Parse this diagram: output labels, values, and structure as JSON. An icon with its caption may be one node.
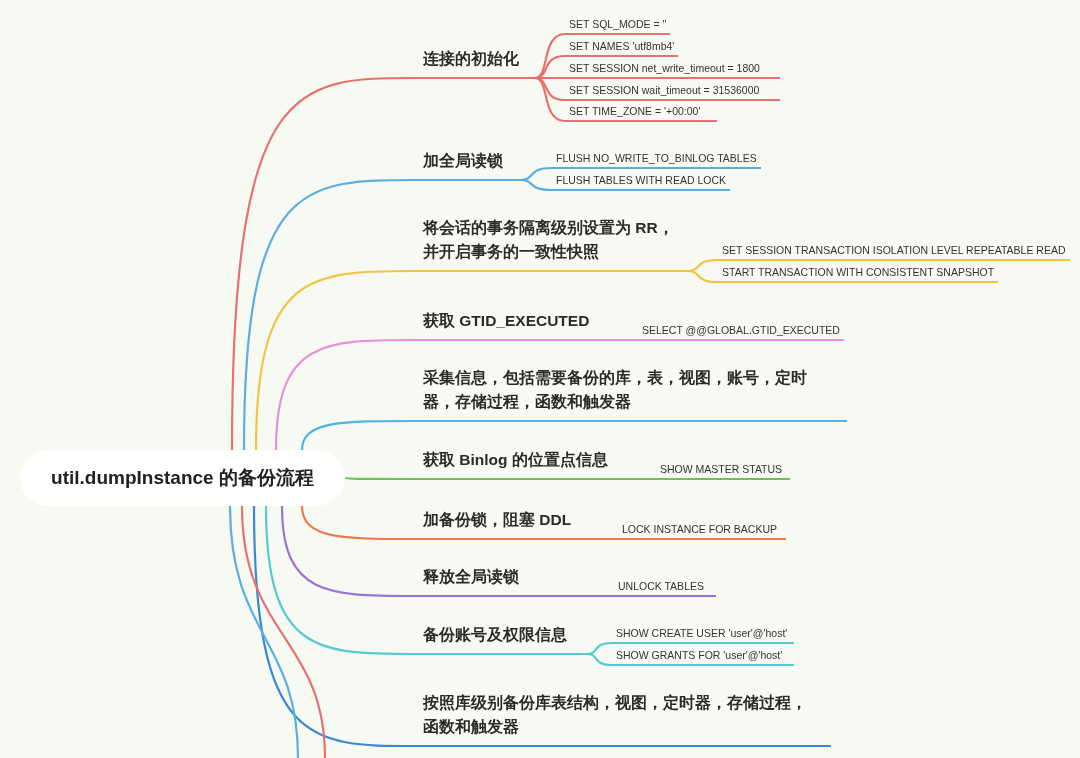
{
  "diagram": {
    "nodes": [
      {
        "text": [
          "util.dumpInstance 的备份流程"
        ]
      },
      {
        "text": [
          "连接的初始化"
        ]
      },
      {
        "text": [
          "SET SQL_MODE = ''"
        ]
      },
      {
        "text": [
          "SET NAMES 'utf8mb4'"
        ]
      },
      {
        "text": [
          "SET SESSION net_write_timeout = 1800"
        ]
      },
      {
        "text": [
          "SET SESSION wait_timeout = 31536000"
        ]
      },
      {
        "text": [
          "SET TIME_ZONE = '+00:00'"
        ]
      },
      {
        "text": [
          "加全局读锁"
        ]
      },
      {
        "text": [
          "FLUSH NO_WRITE_TO_BINLOG TABLES"
        ]
      },
      {
        "text": [
          "FLUSH TABLES WITH READ LOCK"
        ]
      },
      {
        "text": [
          "将会话的事务隔离级别设置为 RR，并开启事务的一致性快照"
        ]
      },
      {
        "text": [
          "SET SESSION TRANSACTION ISOLATION LEVEL REPEATABLE READ"
        ]
      },
      {
        "text": [
          "START TRANSACTION WITH CONSISTENT SNAPSHOT"
        ]
      },
      {
        "text": [
          "获取 GTID_EXECUTED"
        ]
      },
      {
        "text": [
          "SELECT @@GLOBAL.GTID_EXECUTED"
        ]
      },
      {
        "text": [
          "采集信息，包括需要备份的库，表，视图，账号，定时器，存储过程，函数和触发器"
        ]
      },
      {
        "text": [
          "获取 Binlog 的位置点信息"
        ]
      },
      {
        "text": [
          "SHOW MASTER STATUS"
        ]
      },
      {
        "text": [
          "加备份锁，阻塞 DDL"
        ]
      },
      {
        "text": [
          "LOCK INSTANCE FOR BACKUP"
        ]
      },
      {
        "text": [
          "释放全局读锁"
        ]
      },
      {
        "text": [
          "UNLOCK TABLES"
        ]
      },
      {
        "text": [
          "备份账号及权限信息"
        ]
      },
      {
        "text": [
          "SHOW CREATE USER 'user'@'host'"
        ]
      },
      {
        "text": [
          "SHOW GRANTS FOR 'user'@'host'"
        ]
      },
      {
        "text": [
          "按照库级别备份库表结构，视图，定时器，存储过程，函数和触发器"
        ]
      }
    ],
    "edges": [
      {
        "from": 0,
        "to": 1,
        "arrow": "none",
        "color": "#e8716f"
      },
      {
        "from": 1,
        "to": 2,
        "arrow": "none",
        "color": "#e8716f"
      },
      {
        "from": 1,
        "to": 3,
        "arrow": "none",
        "color": "#e8716f"
      },
      {
        "from": 1,
        "to": 4,
        "arrow": "none",
        "color": "#e8716f"
      },
      {
        "from": 1,
        "to": 5,
        "arrow": "none",
        "color": "#e8716f"
      },
      {
        "from": 1,
        "to": 6,
        "arrow": "none",
        "color": "#e8716f"
      },
      {
        "from": 0,
        "to": 7,
        "arrow": "none",
        "color": "#5aaee2"
      },
      {
        "from": 7,
        "to": 8,
        "arrow": "none",
        "color": "#5aaee2"
      },
      {
        "from": 7,
        "to": 9,
        "arrow": "none",
        "color": "#5aaee2"
      },
      {
        "from": 0,
        "to": 10,
        "arrow": "none",
        "color": "#f3c443"
      },
      {
        "from": 10,
        "to": 11,
        "arrow": "none",
        "color": "#f3c443"
      },
      {
        "from": 10,
        "to": 12,
        "arrow": "none",
        "color": "#f3c443"
      },
      {
        "from": 0,
        "to": 13,
        "arrow": "none",
        "color": "#e98fdc"
      },
      {
        "from": 13,
        "to": 14,
        "arrow": "none",
        "color": "#e98fdc"
      },
      {
        "from": 0,
        "to": 15,
        "arrow": "none",
        "color": "#4fb3e3"
      },
      {
        "from": 0,
        "to": 16,
        "arrow": "none",
        "color": "#6fc05a"
      },
      {
        "from": 16,
        "to": 17,
        "arrow": "none",
        "color": "#6fc05a"
      },
      {
        "from": 0,
        "to": 18,
        "arrow": "none",
        "color": "#ec7a50"
      },
      {
        "from": 18,
        "to": 19,
        "arrow": "none",
        "color": "#ec7a50"
      },
      {
        "from": 0,
        "to": 20,
        "arrow": "none",
        "color": "#9b72d9"
      },
      {
        "from": 20,
        "to": 21,
        "arrow": "none",
        "color": "#9b72d9"
      },
      {
        "from": 0,
        "to": 22,
        "arrow": "none",
        "color": "#58c8d3"
      },
      {
        "from": 22,
        "to": 23,
        "arrow": "none",
        "color": "#58c8d3"
      },
      {
        "from": 22,
        "to": 24,
        "arrow": "none",
        "color": "#58c8d3"
      },
      {
        "from": 0,
        "to": 25,
        "arrow": "none",
        "color": "#3b88d4"
      },
      {
        "from": 0,
        "to": null,
        "arrow": "none",
        "color": "#5aaee2"
      },
      {
        "from": 0,
        "to": null,
        "arrow": "none",
        "color": "#e8716f"
      }
    ]
  }
}
